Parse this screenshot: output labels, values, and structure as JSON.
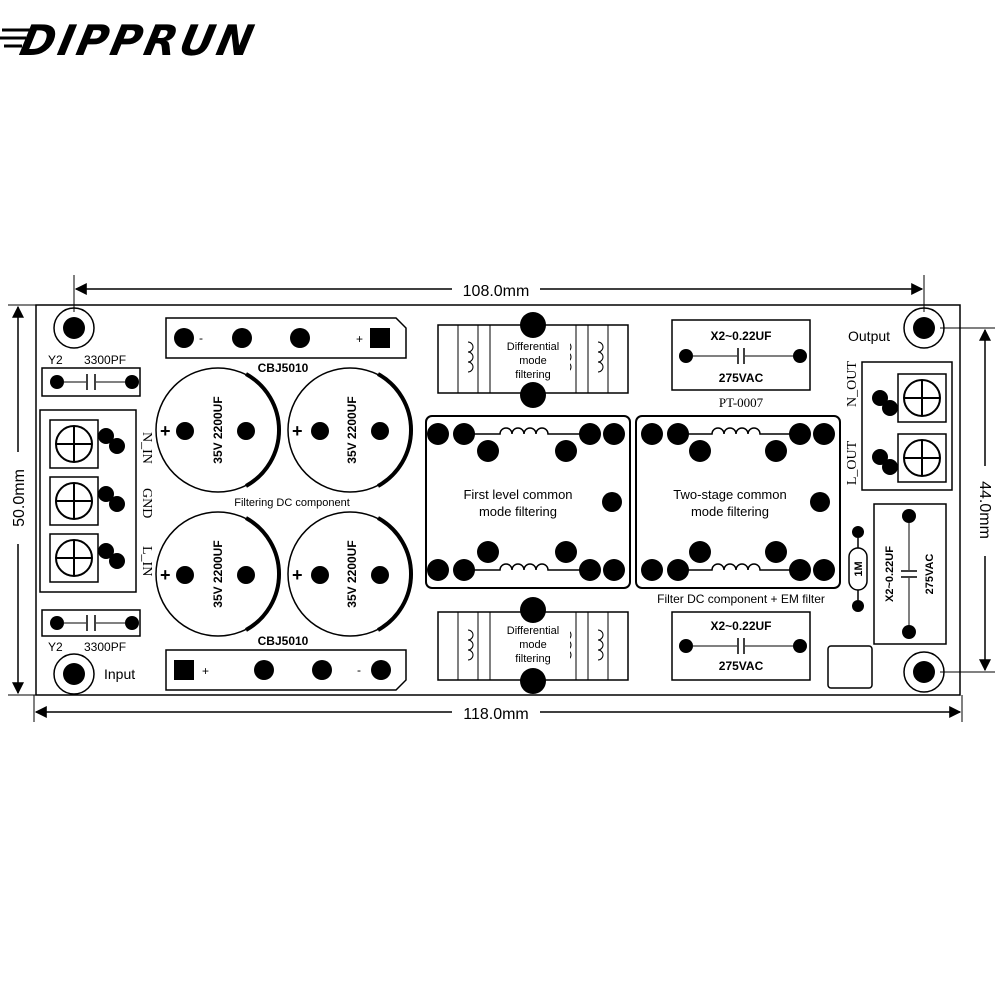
{
  "brand": {
    "logo_text": "DIPPRUN"
  },
  "dimensions": {
    "top_width": "108.0mm",
    "bottom_width": "118.0mm",
    "left_height": "50.0mm",
    "right_height": "44.0mm"
  },
  "labels": {
    "input": "Input",
    "output": "Output",
    "model": "PT-0007",
    "filtering_dc": "Filtering DC component",
    "filter_dc_em": "Filter DC component + EM filter",
    "first_level_1": "First level common",
    "first_level_2": "mode filtering",
    "two_stage_1": "Two-stage common",
    "two_stage_2": "mode filtering",
    "diff_1": "Differential",
    "diff_2": "mode",
    "diff_3": "filtering"
  },
  "components": {
    "y2_cap_label": "Y2",
    "y2_cap_value": "3300PF",
    "bridge_top": "CBJ5010",
    "bridge_bottom": "CBJ5010",
    "electrolytic": "35V 2200UF",
    "x2_cap_value": "X2~0.22UF",
    "x2_cap_voltage": "275VAC",
    "resistor": "1M",
    "plus": "+",
    "minus": "-"
  },
  "terminals": {
    "n_in": "N_IN",
    "gnd": "GND",
    "l_in": "L_IN",
    "n_out": "N_OUT",
    "l_out": "L_OUT"
  }
}
